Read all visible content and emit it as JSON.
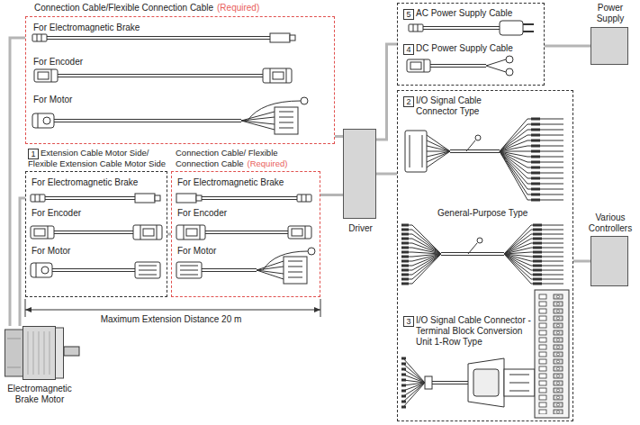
{
  "diagram": {
    "nodes": [
      {
        "text": [
          "Connection Cable/Flexible Connection Cable",
          "(Required)",
          "For Electromagnetic Brake",
          "For Encoder",
          "For Motor"
        ]
      },
      {
        "text": [
          "Extension Cable Motor Side/ Flexible Extension Cable Motor Side",
          "For Electromagnetic Brake",
          "For Encoder",
          "For Motor"
        ]
      },
      {
        "text": [
          "1"
        ],
        "in": 1
      },
      {
        "text": [
          "Connection Cable/ Flexible Connection Cable",
          "(Required)",
          "For Electromagnetic Brake",
          "For Encoder",
          "For Motor"
        ]
      },
      {
        "text": [
          "Driver"
        ]
      },
      {
        "text": [
          "Electromagnetic Brake Motor"
        ]
      },
      {
        "text": [
          "AC Power Supply Cable",
          "DC Power Supply Cable"
        ]
      },
      {
        "text": [
          "5"
        ],
        "in": 6
      },
      {
        "text": [
          "4"
        ],
        "in": 6
      },
      {
        "text": [
          "Power Supply"
        ]
      },
      {
        "text": [
          "I/O Signal Cable Connector Type",
          "General-Purpose Type",
          "I/O Signal Cable Connector - Terminal Block Conversion Unit 1-Row Type"
        ]
      },
      {
        "text": [
          "2"
        ],
        "in": 10
      },
      {
        "text": [
          "3"
        ],
        "in": 10
      },
      {
        "text": [
          "Various Controllers"
        ]
      }
    ],
    "edges": [
      {
        "from": 5,
        "to": 0,
        "arrow": "none"
      },
      {
        "from": 5,
        "to": 1,
        "arrow": "none"
      },
      {
        "from": 1,
        "to": 3,
        "arrow": "none"
      },
      {
        "from": 0,
        "to": 4,
        "arrow": "none"
      },
      {
        "from": 3,
        "to": 4,
        "arrow": "none"
      },
      {
        "from": 4,
        "to": 6,
        "arrow": "none"
      },
      {
        "from": 6,
        "to": 9,
        "arrow": "none"
      },
      {
        "from": 4,
        "to": 10,
        "arrow": "none"
      },
      {
        "from": 10,
        "to": 13,
        "arrow": "none"
      }
    ],
    "labels": [
      "Maximum Extension Distance 20 m"
    ]
  }
}
